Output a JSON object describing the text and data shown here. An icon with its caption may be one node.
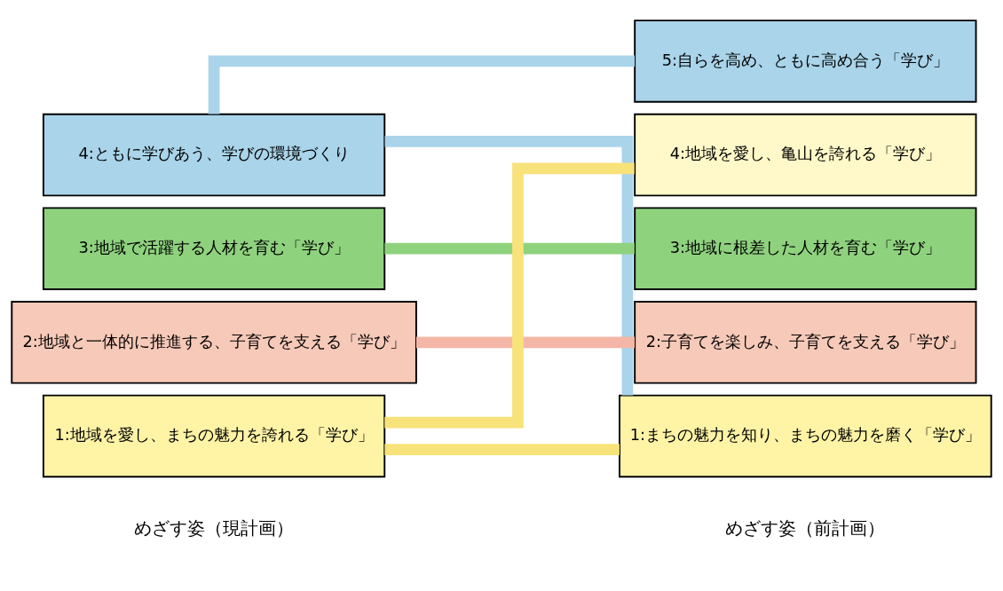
{
  "diagram": {
    "nodes": [
      {
        "text": [
          "4:ともに学びあう、学びの環境づくり"
        ]
      },
      {
        "text": [
          "3:地域で活躍する人材を育む「学び」"
        ]
      },
      {
        "text": [
          "2:地域と一体的に推進する、子育てを支える「学び」"
        ]
      },
      {
        "text": [
          "1:地域を愛し、まちの魅力を誇れる「学び」"
        ]
      },
      {
        "text": [
          "5:自らを高め、ともに高め合う「学び」"
        ]
      },
      {
        "text": [
          "4:地域を愛し、亀山を誇れる「学び」"
        ]
      },
      {
        "text": [
          "3:地域に根差した人材を育む「学び」"
        ]
      },
      {
        "text": [
          "2:子育てを楽しみ、子育てを支える「学び」"
        ]
      },
      {
        "text": [
          "1:まちの魅力を知り、まちの魅力を磨く「学び」"
        ]
      }
    ],
    "edges": [
      {
        "from": 0,
        "to": 4,
        "arrow": "none",
        "color": "#a9d4ea"
      },
      {
        "from": 0,
        "to": 8,
        "arrow": "none",
        "color": "#a9d4ea"
      },
      {
        "from": 1,
        "to": 6,
        "arrow": "none",
        "color": "#8fd27e"
      },
      {
        "from": 2,
        "to": 7,
        "arrow": "none",
        "color": "#f4b6a6"
      },
      {
        "from": 3,
        "to": 5,
        "arrow": "none",
        "color": "#f8e27a"
      },
      {
        "from": 3,
        "to": 8,
        "arrow": "none",
        "color": "#f8e27a"
      }
    ],
    "labels": [
      "めざす姿（現計画）",
      "めざす姿（前計画）"
    ]
  }
}
